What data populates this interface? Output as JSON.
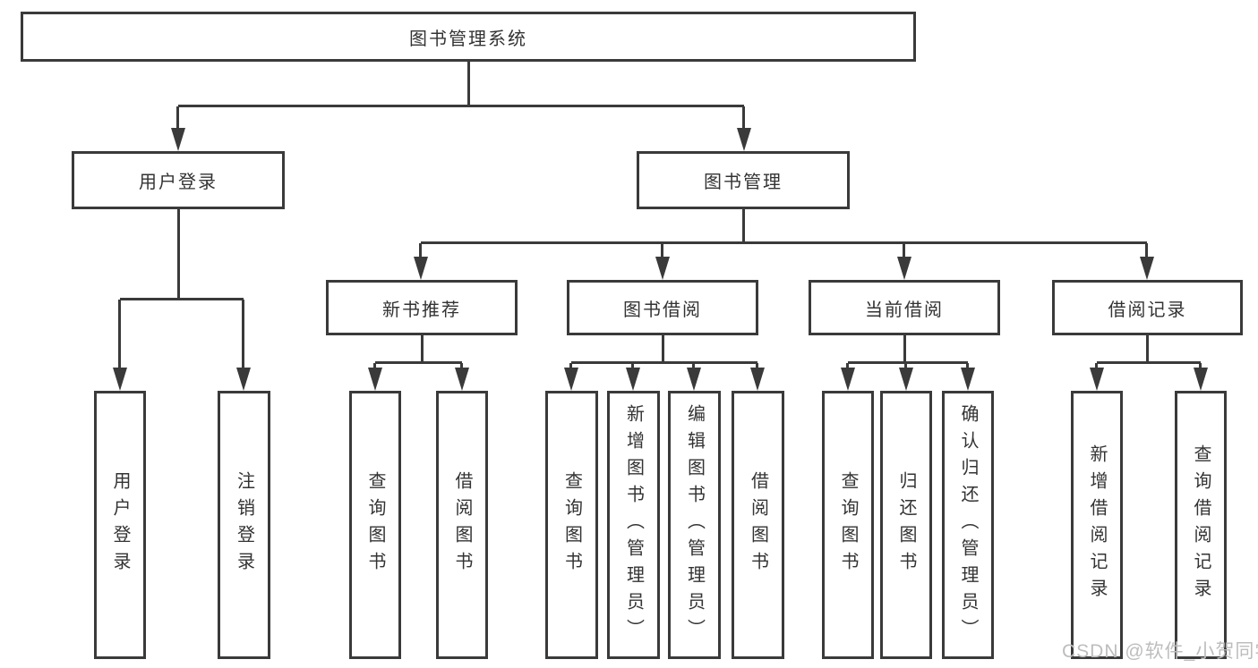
{
  "colors": {
    "line": "#3a3a3a",
    "text": "#333333",
    "wm": "#bdbdbd",
    "bg": "#ffffff"
  },
  "tree": {
    "root": {
      "label": "图书管理系统"
    },
    "branches": [
      {
        "label": "用户登录",
        "children": [
          {
            "label": "用户登录"
          },
          {
            "label": "注销登录"
          }
        ]
      },
      {
        "label": "图书管理",
        "children": [
          {
            "label": "新书推荐",
            "children": [
              {
                "label": "查询图书"
              },
              {
                "label": "借阅图书"
              }
            ]
          },
          {
            "label": "图书借阅",
            "children": [
              {
                "label": "查询图书"
              },
              {
                "label": "新增图书（管理员）"
              },
              {
                "label": "编辑图书（管理员）"
              },
              {
                "label": "借阅图书"
              }
            ]
          },
          {
            "label": "当前借阅",
            "children": [
              {
                "label": "查询图书"
              },
              {
                "label": "归还图书"
              },
              {
                "label": "确认归还（管理员）"
              }
            ]
          },
          {
            "label": "借阅记录",
            "children": [
              {
                "label": "新增借阅记录"
              },
              {
                "label": "查询借阅记录"
              }
            ]
          }
        ]
      }
    ]
  },
  "watermark": "CSDN @软件_小贺同学"
}
